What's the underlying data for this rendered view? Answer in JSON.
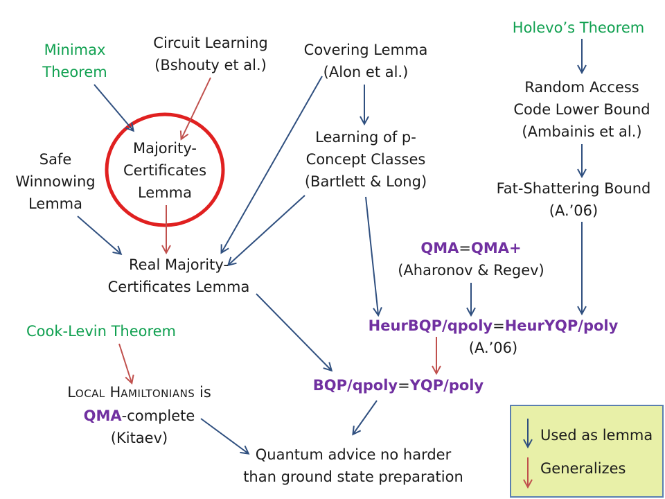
{
  "nodes": {
    "minimax": {
      "line1": "Minimax",
      "line2": "Theorem"
    },
    "circuit": {
      "line1": "Circuit Learning",
      "line2": "(Bshouty et al.)"
    },
    "covering": {
      "line1": "Covering Lemma",
      "line2": "(Alon et al.)"
    },
    "holevo": {
      "line1": "Holevo’s Theorem"
    },
    "random_access": {
      "line1": "Random Access",
      "line2": "Code Lower Bound",
      "line3": "(Ambainis et al.)"
    },
    "majority": {
      "line1": "Majority-",
      "line2": "Certificates",
      "line3": "Lemma"
    },
    "safe": {
      "line1": "Safe",
      "line2": "Winnowing",
      "line3": "Lemma"
    },
    "learning": {
      "line1": "Learning of p-",
      "line2": "Concept Classes",
      "line3": "(Bartlett & Long)"
    },
    "fat": {
      "line1": "Fat-Shattering Bound",
      "line2": "(A.’06)"
    },
    "qma": {
      "part1": "QMA",
      "eq": "=",
      "part2": "QMA+",
      "line2": "(Aharonov & Regev)"
    },
    "real_majority": {
      "line1": "Real Majority-",
      "line2": "Certificates Lemma"
    },
    "heur": {
      "part1": "HeurBQP/qpoly",
      "eq": "=",
      "part2": "HeurYQP/poly",
      "line2": "(A.’06)"
    },
    "cook": {
      "line1": "Cook-Levin Theorem"
    },
    "bqp": {
      "part1": "BQP/qpoly",
      "eq": "=",
      "part2": "YQP/poly"
    },
    "local": {
      "cap1": "L",
      "small1": "OCAL",
      "cap2": "H",
      "small2": "AMILTONIANS",
      "tail": "is",
      "qma": "QMA",
      "complete": "-complete",
      "line3": "(Kitaev)"
    },
    "quantum": {
      "line1": "Quantum advice no harder",
      "line2": "than ground state preparation"
    }
  },
  "legend": {
    "used_as_lemma": "Used as lemma",
    "generalizes": "Generalizes"
  },
  "colors": {
    "used_as_lemma_arrow": "#2f4f7f",
    "generalizes_arrow": "#c0504d",
    "highlight_circle": "#e02020",
    "theorem_text": "#10a050",
    "class_text": "#7030a0",
    "legend_bg": "#e8f0a8",
    "legend_border": "#5a7fb0"
  }
}
